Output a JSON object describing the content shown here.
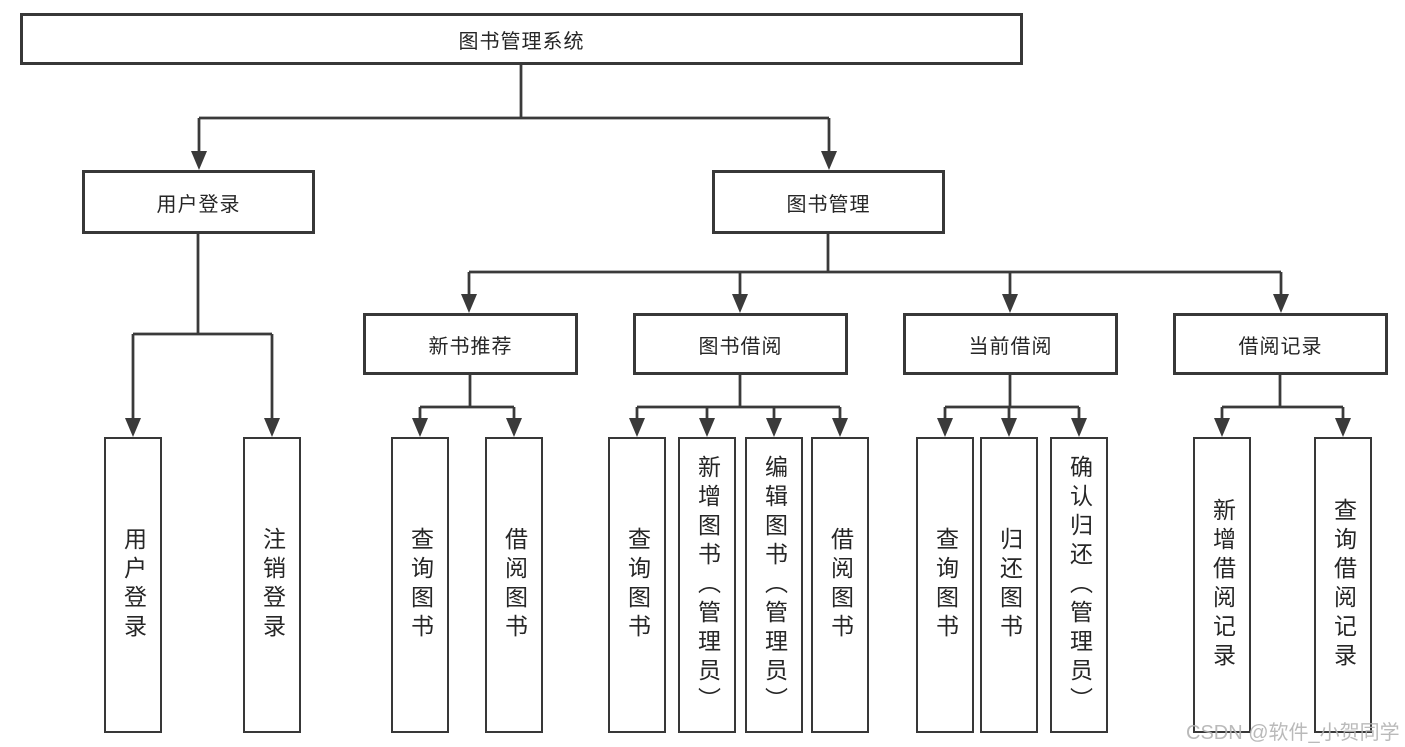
{
  "diagram_title": "图书管理系统",
  "watermark": "CSDN @软件_小贺同学",
  "colors": {
    "background": "#ffffff",
    "line": "#3a3a3a",
    "box_border": "#383838",
    "text": "#262626",
    "watermark": "#b3b3b3"
  },
  "tree": {
    "root": {
      "label": "图书管理系统"
    },
    "level2": [
      {
        "label": "用户登录",
        "children": [
          "用户登录",
          "注销登录"
        ]
      },
      {
        "label": "图书管理"
      }
    ],
    "level3": [
      {
        "label": "新书推荐",
        "children": [
          "查询图书",
          "借阅图书"
        ]
      },
      {
        "label": "图书借阅",
        "children": [
          "查询图书",
          "新增图书（管理员）",
          "编辑图书（管理员）",
          "借阅图书"
        ]
      },
      {
        "label": "当前借阅",
        "children": [
          "查询图书",
          "归还图书",
          "确认归还（管理员）"
        ]
      },
      {
        "label": "借阅记录",
        "children": [
          "新增借阅记录",
          "查询借阅记录"
        ]
      }
    ]
  }
}
